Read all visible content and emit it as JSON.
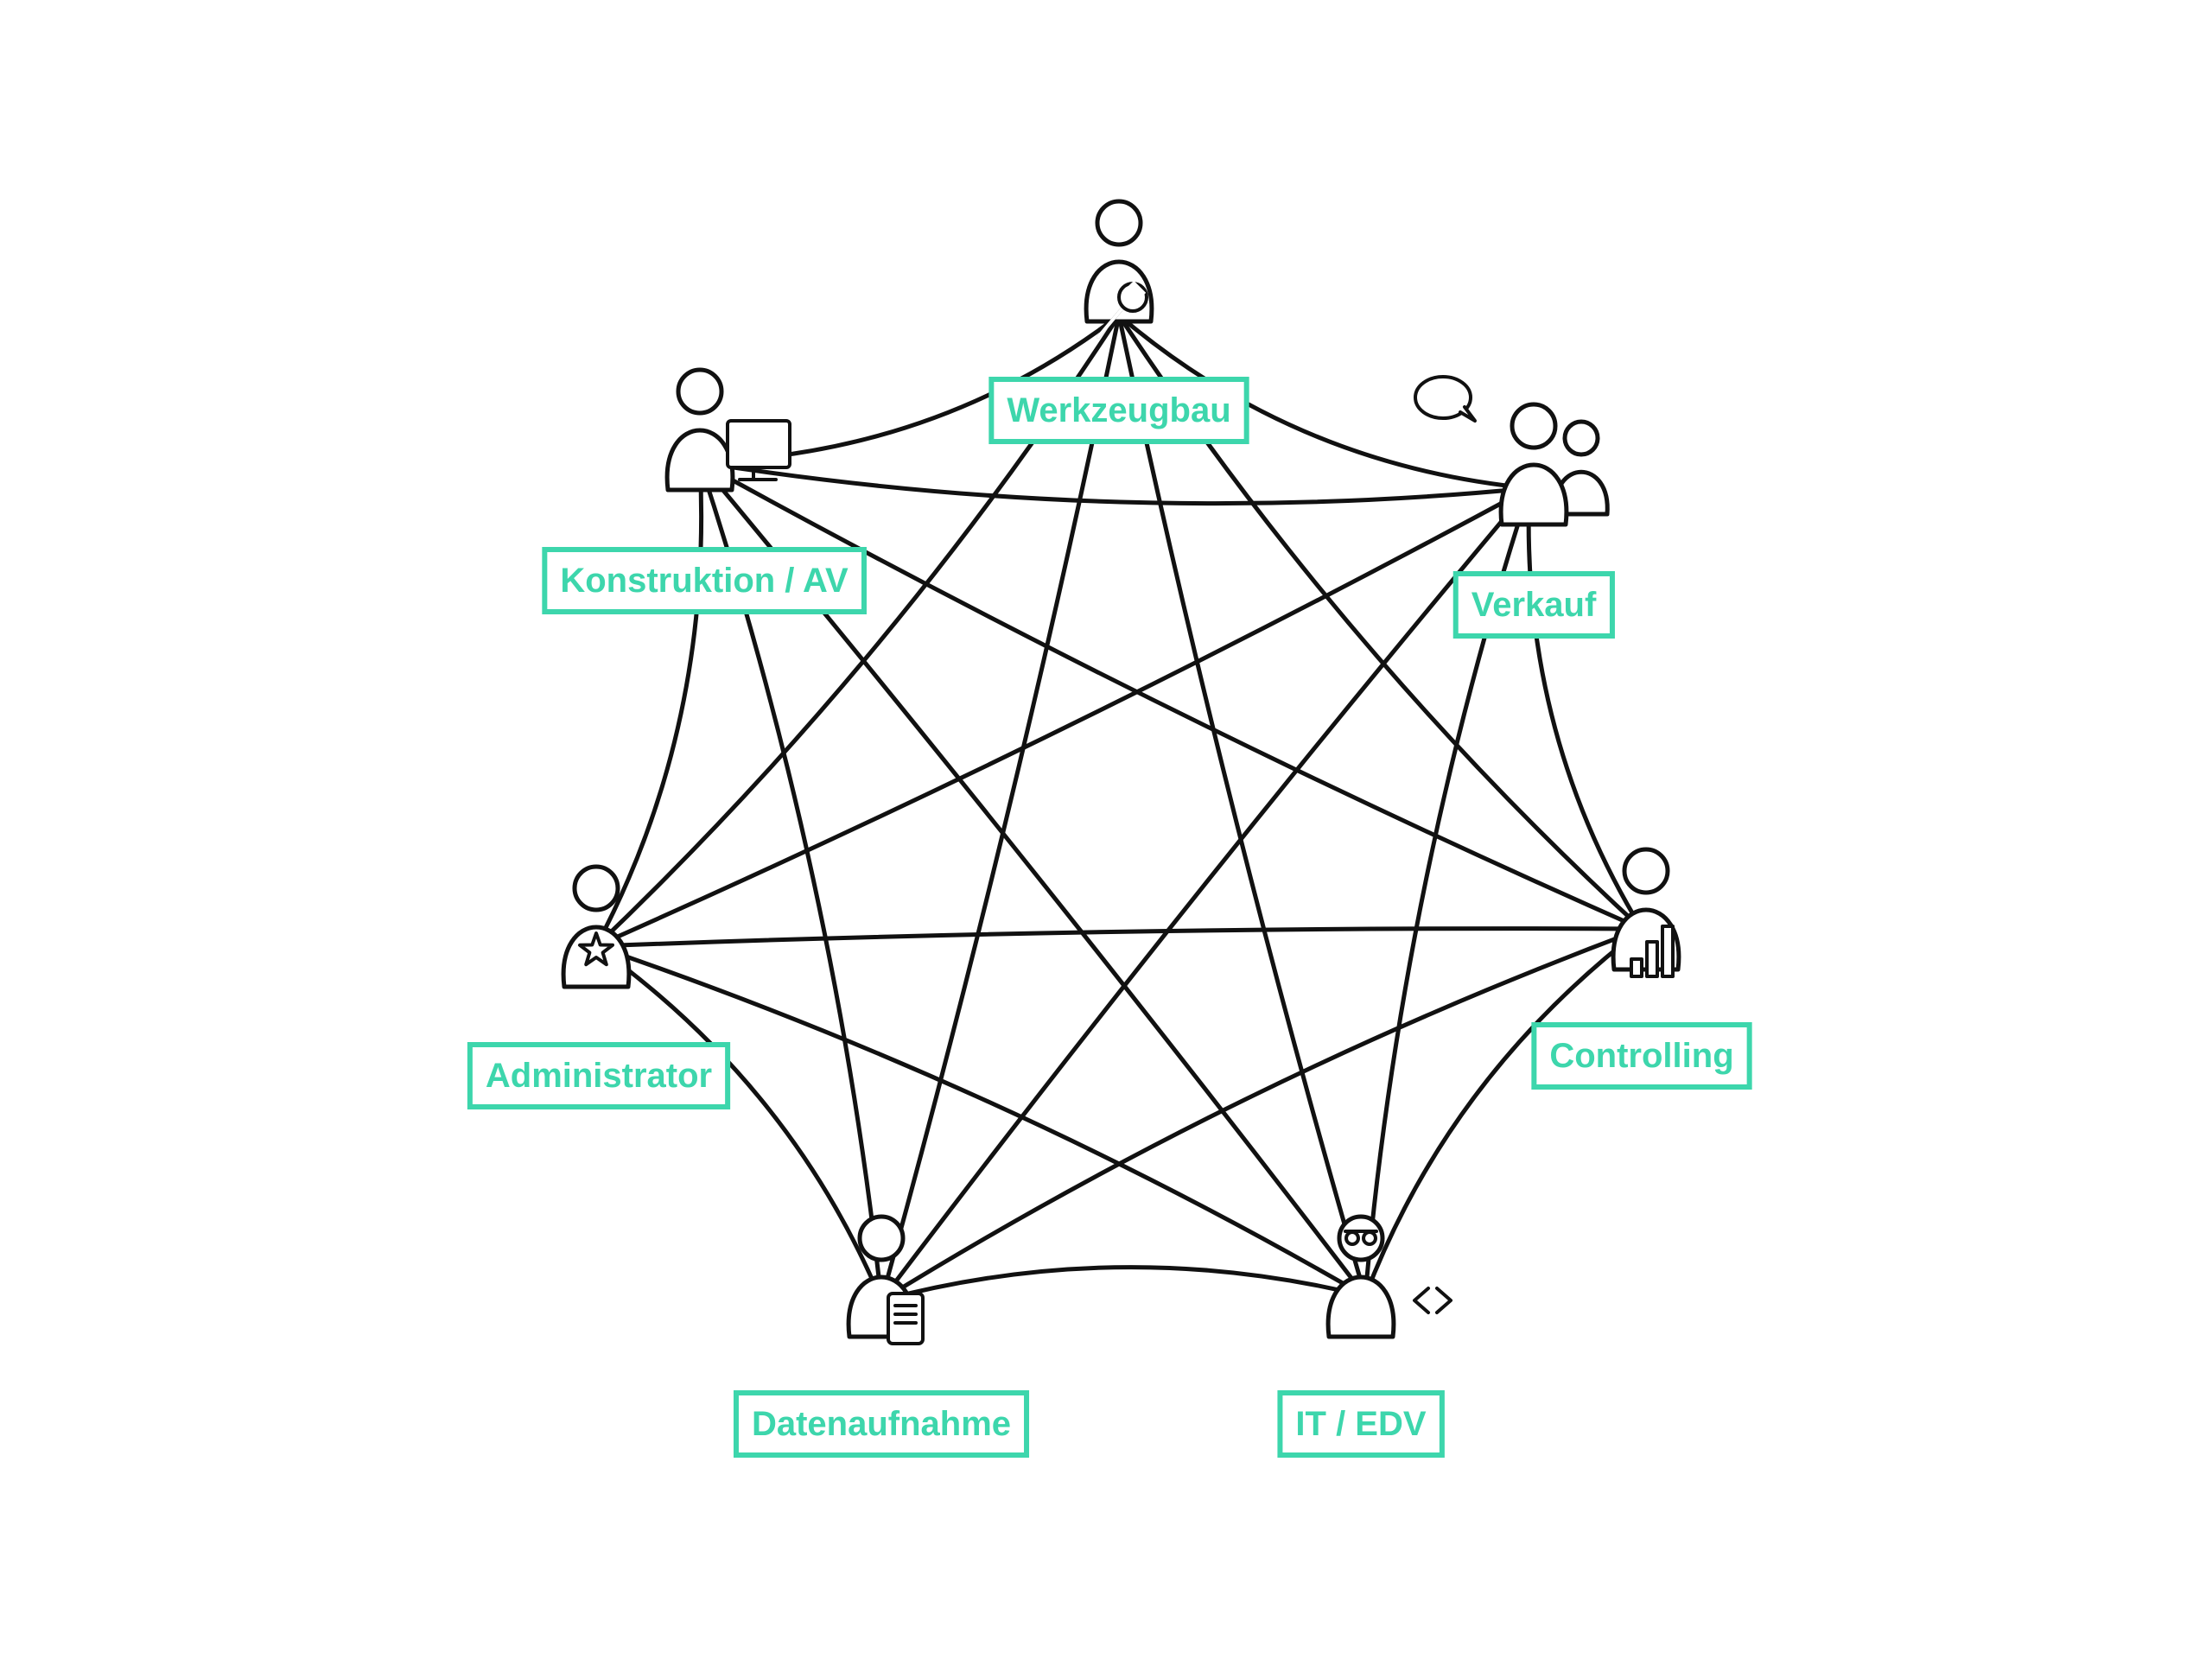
{
  "diagram": {
    "colors": {
      "accent": "#3dd6ac",
      "line": "#111111",
      "background": "#ffffff"
    },
    "nodes": [
      {
        "id": "werkzeugbau",
        "label": "Werkzeugbau",
        "icon": "wrench-icon"
      },
      {
        "id": "verkauf",
        "label": "Verkauf",
        "icon": "speech-bubble-icon"
      },
      {
        "id": "controlling",
        "label": "Controlling",
        "icon": "bar-chart-icon"
      },
      {
        "id": "it-edv",
        "label": "IT / EDV",
        "icon": "code-brackets-icon"
      },
      {
        "id": "datenaufnahme",
        "label": "Datenaufnahme",
        "icon": "document-icon"
      },
      {
        "id": "administrator",
        "label": "Administrator",
        "icon": "star-icon"
      },
      {
        "id": "konstruktion-av",
        "label": "Konstruktion / AV",
        "icon": "monitor-icon"
      }
    ],
    "edges": "all-pairs"
  }
}
